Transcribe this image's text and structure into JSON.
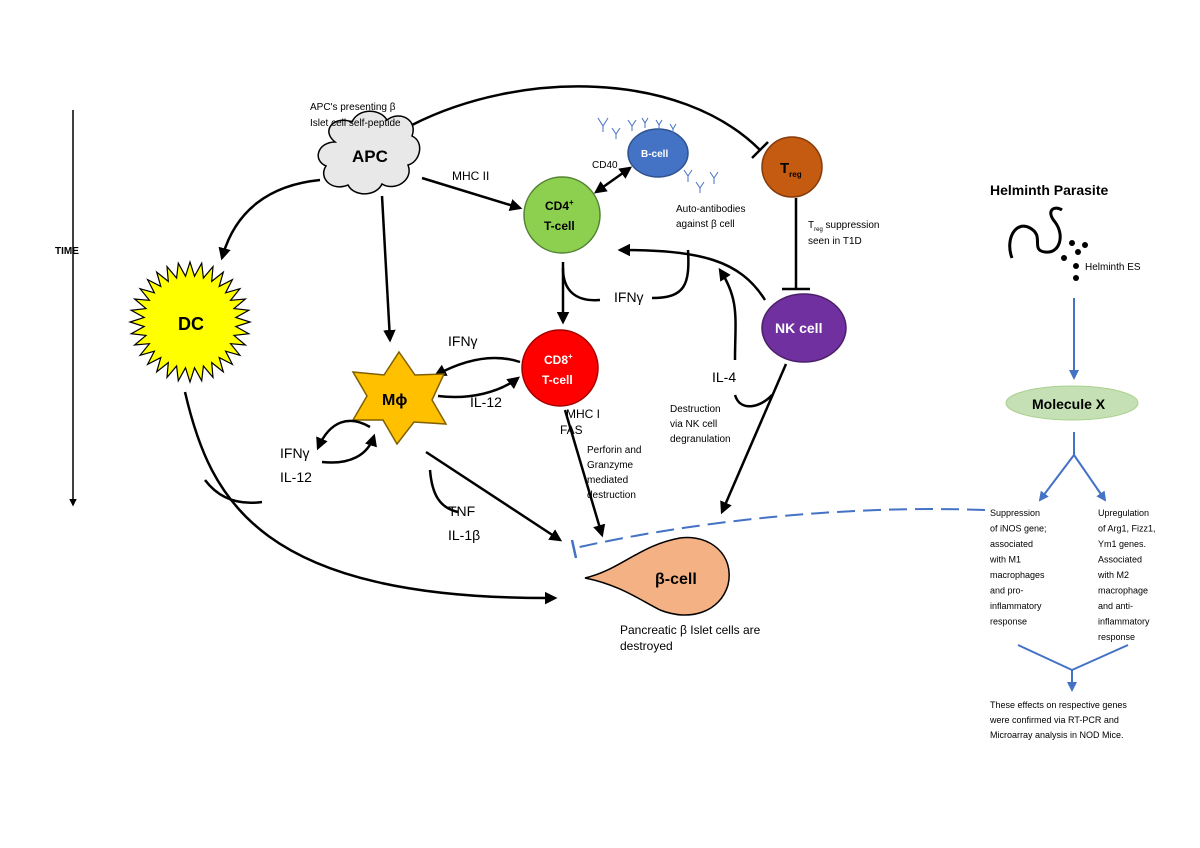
{
  "labels": {
    "time": "TIME",
    "apc": "APC",
    "apc_note_1": "APC's presenting β",
    "apc_note_2": "Islet cell self-peptide",
    "mhc2": "MHC II",
    "cd40": "CD40",
    "b_cell": "B-cell",
    "autoab_1": "Auto-antibodies",
    "autoab_2": "against β cell",
    "treg": "T",
    "treg_sub": "reg",
    "treg_supp_1": "T",
    "treg_supp_sub": "reg",
    "treg_supp_1b": " suppression",
    "treg_supp_2": "seen in T1D",
    "cd4": "CD4",
    "cd4_sup": "+",
    "tcell": "T-cell",
    "dc": "DC",
    "ifng_center": "IFNγ",
    "nk_cell": "NK cell",
    "ifng_upper": "IFNγ",
    "cd8": "CD8",
    "cd8_sup": "+",
    "tcell8": "T-cell",
    "il12_mid": "IL-12",
    "mphi": "Mϕ",
    "mhc1": "MHC I",
    "fas": "FAS",
    "il4": "IL-4",
    "destr_1": "Destruction",
    "destr_2": "via NK cell",
    "destr_3": "degranulation",
    "perforin_1": "Perforin and",
    "perforin_2": "Granzyme",
    "perforin_3": "mediated",
    "perforin_4": "destruction",
    "ifng_left": "IFNγ",
    "il12_left": "IL-12",
    "tnf": "TNF",
    "il1b": "IL-1β",
    "beta_cell": "β-cell",
    "pancreatic_1": "Pancreatic β Islet cells are",
    "pancreatic_2": "destroyed",
    "helminth": "Helminth Parasite",
    "helminth_es": "Helminth ES",
    "molecule_x": "Molecule X",
    "supp": [
      "Suppression",
      "of iNOS gene;",
      "associated",
      "with M1",
      "macrophages",
      "and pro-",
      "inflammatory",
      "response"
    ],
    "upreg": [
      "Upregulation",
      "of Arg1, Fizz1,",
      "Ym1 genes.",
      "Associated",
      "with M2",
      "macrophage",
      "and anti-",
      "inflammatory",
      "response"
    ],
    "confirm": [
      "These effects on respective genes",
      "were confirmed via RT-PCR and",
      "Microarray analysis in NOD Mice."
    ]
  },
  "colors": {
    "cd4": "#8dd050",
    "cd8": "#ff0000",
    "b_cell": "#4472c4",
    "treg": "#c55a11",
    "nk": "#7030a0",
    "dc": "#ffff00",
    "mphi": "#ffc000",
    "beta": "#f4b183",
    "molecule_x": "#c5e0b4",
    "link_blue": "#4472c4"
  }
}
